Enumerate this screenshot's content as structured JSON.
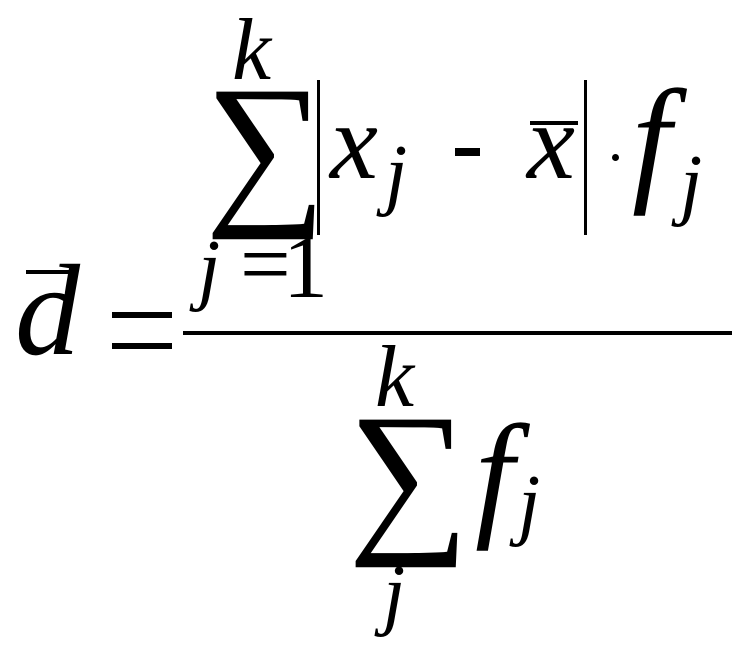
{
  "formula": {
    "lhs": {
      "symbol": "d"
    },
    "equals": "=",
    "numerator": {
      "sum_symbol": "∑",
      "upper_limit": "k",
      "lower_index": "j",
      "lower_equals": "=",
      "lower_value": "1",
      "term_x": "x",
      "term_x_sub": "j",
      "minus": "-",
      "mean_x": "x",
      "dot": "·",
      "weight": "f",
      "weight_sub": "j"
    },
    "denominator": {
      "sum_symbol": "∑",
      "upper_limit": "k",
      "lower_index": "j",
      "weight": "f",
      "weight_sub": "j"
    }
  }
}
